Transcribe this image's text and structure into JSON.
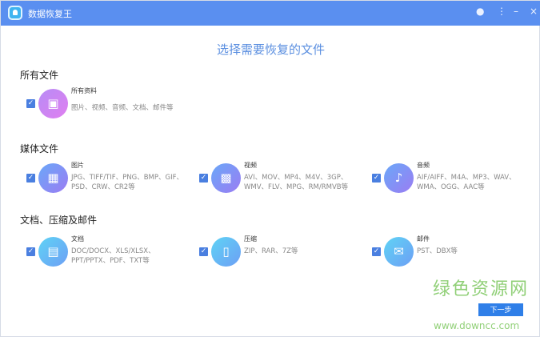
{
  "app": {
    "title": "数据恢复王",
    "user_icon": "user-icon",
    "menu_icon": "more-vertical-icon"
  },
  "heading": "选择需要恢复的文件",
  "sections": [
    {
      "title": "所有文件",
      "items": [
        {
          "name": "所有资料",
          "desc": "图片、视频、音频、文档、邮件等",
          "checked": true,
          "icon": "monitor-icon",
          "color": "#c77ef0"
        }
      ]
    },
    {
      "title": "媒体文件",
      "items": [
        {
          "name": "图片",
          "desc": "JPG、TIFF/TIF、PNG、BMP、GIF、PSD、CRW、CR2等",
          "checked": true,
          "icon": "image-icon"
        },
        {
          "name": "视频",
          "desc": "AVI、MOV、MP4、M4V、3GP、WMV、FLV、MPG、RM/RMVB等",
          "checked": true,
          "icon": "film-icon"
        },
        {
          "name": "音频",
          "desc": "AIF/AIFF、M4A、MP3、WAV、WMA、OGG、AAC等",
          "checked": true,
          "icon": "music-icon"
        }
      ]
    },
    {
      "title": "文档、压缩及邮件",
      "items": [
        {
          "name": "文档",
          "desc": "DOC/DOCX、XLS/XLSX、PPT/PPTX、PDF、TXT等",
          "checked": true,
          "icon": "document-icon"
        },
        {
          "name": "压缩",
          "desc": "ZIP、RAR、7Z等",
          "checked": true,
          "icon": "zip-icon"
        },
        {
          "name": "邮件",
          "desc": "PST、DBX等",
          "checked": true,
          "icon": "mail-icon"
        }
      ]
    }
  ],
  "next_label": "下一步",
  "watermark": {
    "text": "绿色资源网",
    "url": "www.downcc.com"
  }
}
